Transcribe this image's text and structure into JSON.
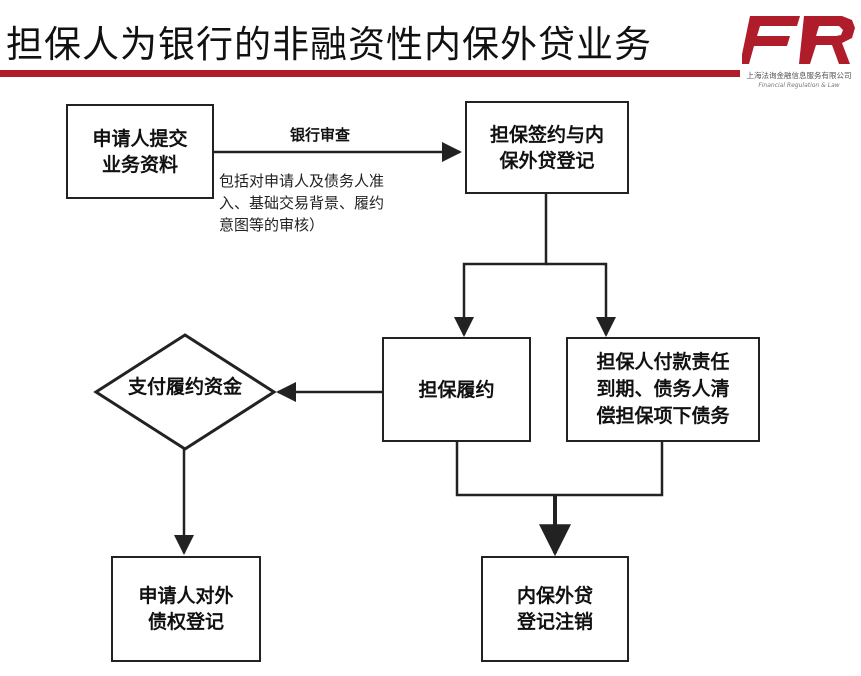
{
  "header": {
    "title": "担保人为银行的非融资性内保外贷业务",
    "accent_color": "#b01d2a"
  },
  "logo": {
    "mark": "FR",
    "company": "上海法询金融信息服务有限公司",
    "tagline": "Financial Regulation & Law"
  },
  "nodes": {
    "apply": "申请人提交\n业务资料",
    "sign": "担保签约与内\n保外贷登记",
    "perform": "担保履约",
    "expire": "担保人付款责任\n到期、债务人清\n偿担保项下债务",
    "pay": "支付履约资金",
    "creditor": "申请人对外\n债权登记",
    "cancel": "内保外贷\n登记注销"
  },
  "edges": {
    "review_label": "银行审查",
    "review_note": "包括对申请人及债务人准\n入、基础交易背景、履约\n意图等的审核）"
  }
}
